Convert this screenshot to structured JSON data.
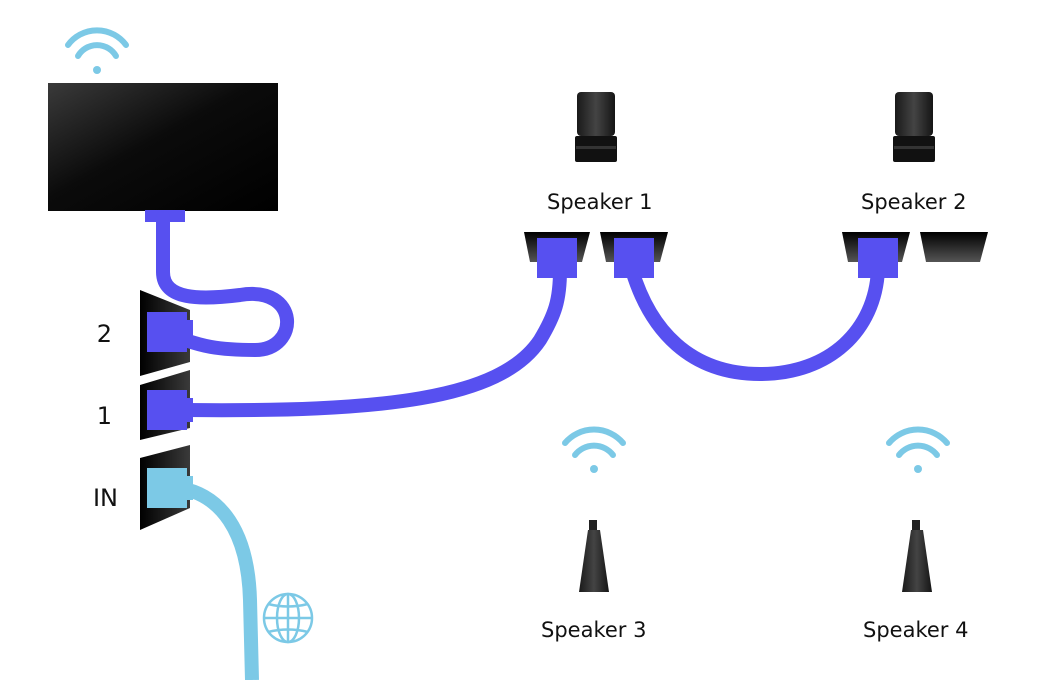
{
  "colors": {
    "wired_cable": "#5750f0",
    "network_cable": "#7cc9e6",
    "wifi": "#7cc9e6",
    "device_dark": "#111111",
    "background": "#ffffff"
  },
  "router_ports": {
    "port_2": "2",
    "port_1": "1",
    "port_in": "IN"
  },
  "speakers": {
    "speaker_1": "Speaker 1",
    "speaker_2": "Speaker 2",
    "speaker_3": "Speaker 3",
    "speaker_4": "Speaker 4"
  },
  "icons": {
    "tv_wifi": "wifi-icon",
    "speaker3_wifi": "wifi-icon",
    "speaker4_wifi": "wifi-icon",
    "internet": "globe-icon"
  }
}
